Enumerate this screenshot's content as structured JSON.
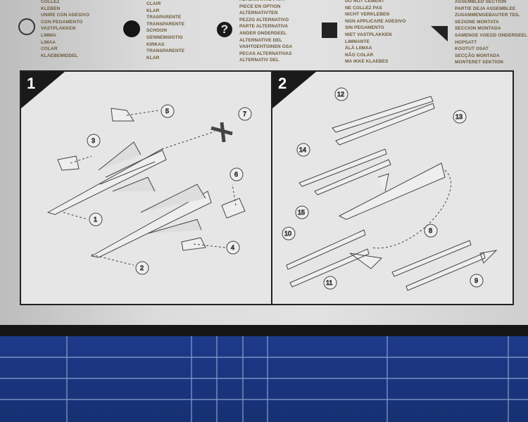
{
  "legend": [
    {
      "symbol": "open-circle",
      "lines": [
        "COLLEZ",
        "KLEBEN",
        "UNIRE CON ADESIVO",
        "CON PEGAMENTO",
        "VASTPLAKKEN",
        "LIMMA",
        "LIMAA",
        "COLAR",
        "KLAEBEMIDDEL"
      ]
    },
    {
      "symbol": "filled-circle",
      "lines": [
        "CLAIR",
        "KLAR",
        "TRASPARENTE",
        "TRANSPARENTE",
        "SCHOON",
        "GENNEMSIGTIG",
        "KIRKAS",
        "TRANSPARENTE",
        "KLAR"
      ]
    },
    {
      "symbol": "question-mark",
      "lines": [
        "ALTERNATIVE PART",
        "PIECE EN OPTION",
        "ALTERNATIVTEN",
        "PEZZO ALTERNATIVO",
        "PARTE ALTERNATIVA",
        "ANDER ONDERDEEL",
        "ALTERNATIVE DEL",
        "VAIHTOEHTOINEN OSA",
        "PECAS ALTERNATIVAS",
        "ALTERNATIV DEL"
      ]
    },
    {
      "symbol": "filled-square",
      "lines": [
        "DO NOT CEMENT",
        "NE COLLEZ PAS",
        "NICHT VERKLEBEN",
        "NON APPLICARE ADESIVO",
        "SIN PEGAMENTO",
        "NIET VASTPLAKKEN",
        "LIMMANTE",
        "ÄLÄ LIIMAA",
        "NÃO COLAR",
        "MA IKKE KLAEBES"
      ]
    },
    {
      "symbol": "triangle",
      "lines": [
        "ASSEMBLED SECTION",
        "PARTIE DEJA ASSEMBLEE",
        "ZUSAMMENGEBAUTER TEIL",
        "SEZIONE MONTATA",
        "SECCION MONTADA",
        "SAMENGE VOEGD ONDERDEEL",
        "HOPSATT",
        "KOOTUT OSAT",
        "SECÇÃO MONTADA",
        "MONTERET SEKTION"
      ]
    }
  ],
  "steps": [
    {
      "number": "1",
      "callouts": [
        "1",
        "2",
        "3",
        "4",
        "5",
        "6",
        "7"
      ]
    },
    {
      "number": "2",
      "callouts": [
        "8",
        "9",
        "10",
        "11",
        "12",
        "13",
        "14",
        "15"
      ]
    }
  ]
}
